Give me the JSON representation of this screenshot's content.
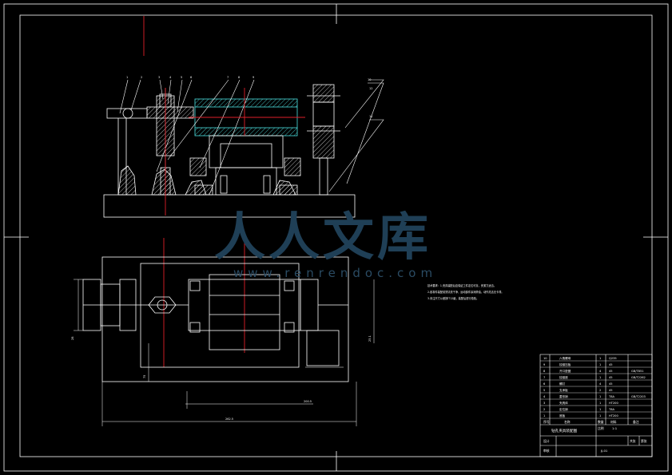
{
  "drawing": {
    "callouts": [
      "1",
      "2",
      "3",
      "4",
      "5",
      "6",
      "7",
      "8",
      "9",
      "10",
      "11",
      "12"
    ],
    "dimensions": {
      "height_left": "28",
      "width_bottom": "200.5",
      "overall_width": "262.5",
      "height_right": "25.1",
      "height_base": "75"
    },
    "notes": [
      "技术要求：1.夹具装配后应保证工件定位可靠，夹紧力适当。",
      "2.各零件装配前须清洗干净，运动部件涂润滑油，动作灵活无卡滞。",
      "3.未注尺寸公差按IT12级，装配后进行检验。"
    ]
  },
  "watermark": {
    "brand": "人人文库",
    "site": "www.renrendoc.com"
  },
  "title_block": {
    "bom_rows": [
      {
        "no": "10",
        "name": "六角螺母",
        "qty": "1",
        "material": "Q235",
        "note": ""
      },
      {
        "no": "9",
        "name": "铰链压板",
        "qty": "1",
        "material": "45",
        "note": ""
      },
      {
        "no": "8",
        "name": "开口垫圈",
        "qty": "4",
        "material": "45",
        "note": "GB/T851"
      },
      {
        "no": "7",
        "name": "铰链座",
        "qty": "1",
        "material": "45",
        "note": "GB/T2262"
      },
      {
        "no": "6",
        "name": "螺钉",
        "qty": "4",
        "material": "45",
        "note": ""
      },
      {
        "no": "5",
        "name": "支承板",
        "qty": "2",
        "material": "45",
        "note": ""
      },
      {
        "no": "4",
        "name": "菱形销",
        "qty": "1",
        "material": "T8A",
        "note": "GB/T2203"
      },
      {
        "no": "3",
        "name": "夹具体",
        "qty": "1",
        "material": "HT200",
        "note": ""
      },
      {
        "no": "2",
        "name": "定位销",
        "qty": "1",
        "material": "T8A",
        "note": ""
      },
      {
        "no": "1",
        "name": "底板",
        "qty": "1",
        "material": "HT200",
        "note": ""
      }
    ],
    "header_row": {
      "no": "序号",
      "name": "名称",
      "qty": "数量",
      "material": "材料",
      "note": "备注"
    },
    "drawing_title": "钻孔夹具装配图",
    "scale_label": "比例",
    "scale": "1:1",
    "designer_label": "设计",
    "checker_label": "审核",
    "sheet_label": "共张",
    "sheet_no": "第张",
    "drawing_no": "JJ-01"
  }
}
